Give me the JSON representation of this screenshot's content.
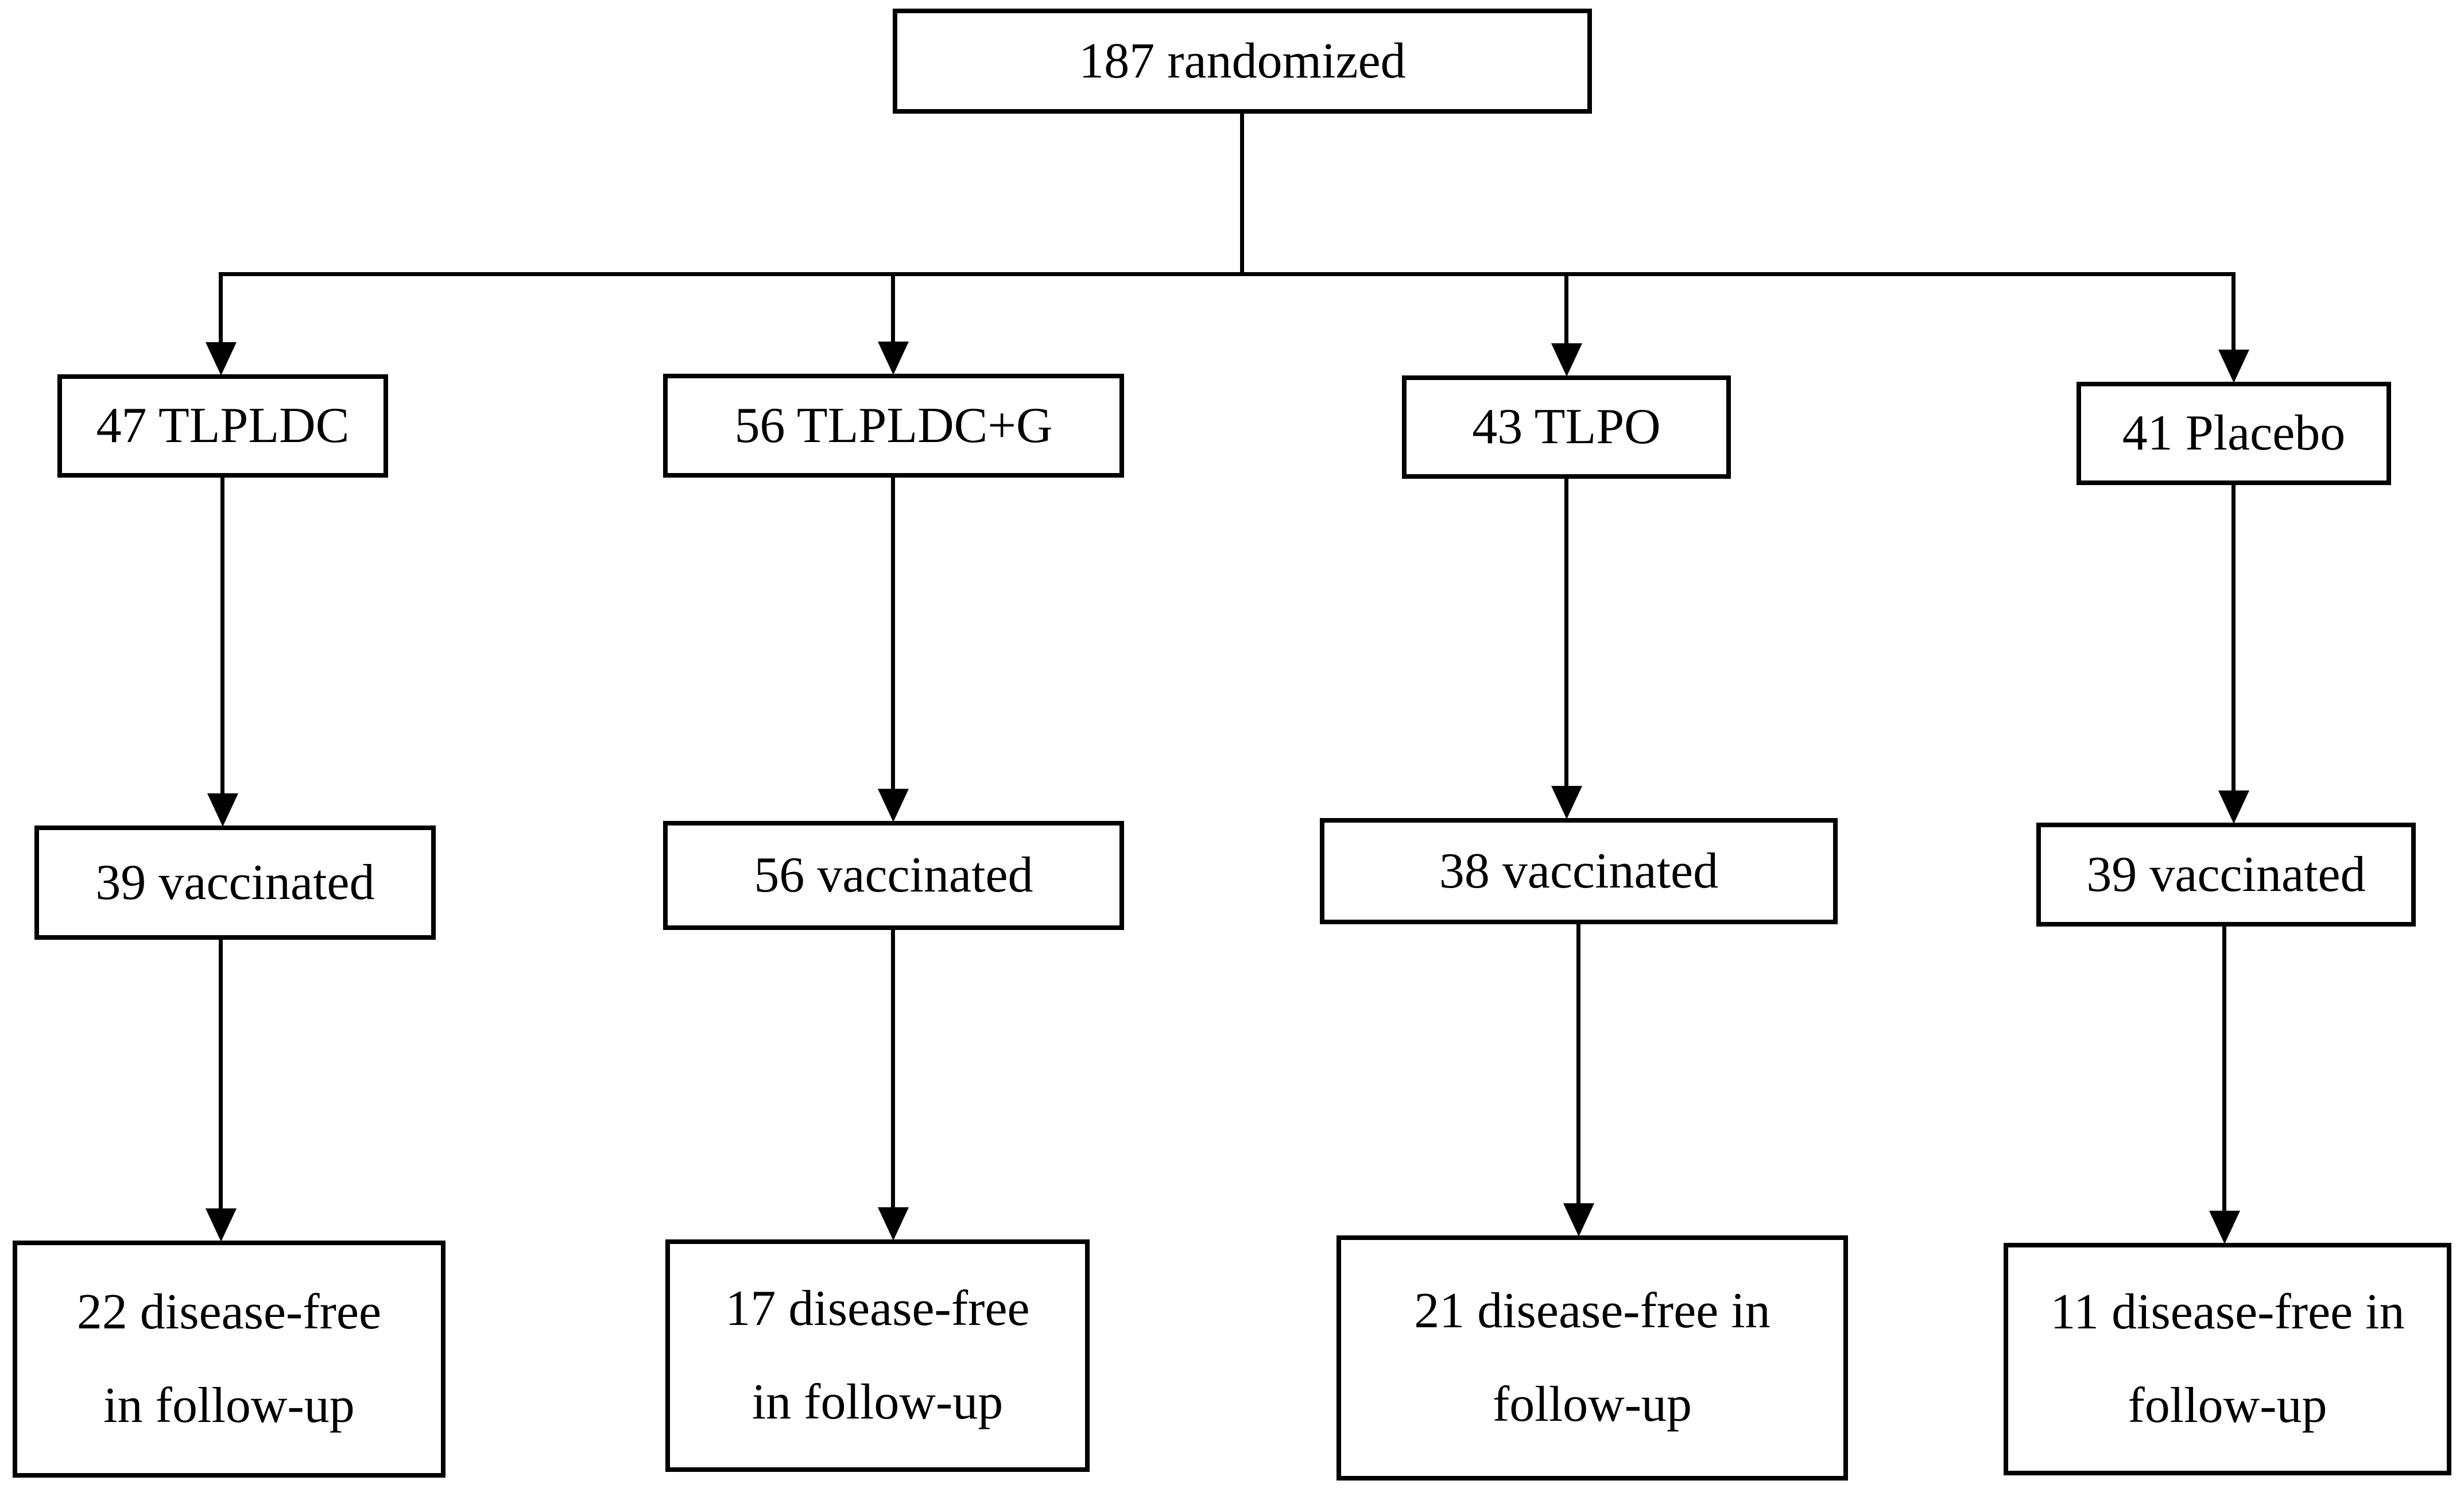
{
  "diagram": {
    "type": "flowchart",
    "background_color": "#ffffff",
    "line_color": "#000000",
    "text_color": "#000000",
    "root": {
      "label": "187 randomized",
      "count": 187
    },
    "arms": [
      {
        "name": "TLPLDC",
        "assigned_label": "47 TLPLDC",
        "assigned_count": 47,
        "vaccinated_label": "39 vaccinated",
        "vaccinated_count": 39,
        "disease_free_line1": "22 disease-free",
        "disease_free_line2": "in follow-up",
        "disease_free_count": 22
      },
      {
        "name": "TLPLDC+G",
        "assigned_label": "56 TLPLDC+G",
        "assigned_count": 56,
        "vaccinated_label": "56 vaccinated",
        "vaccinated_count": 56,
        "disease_free_line1": "17 disease-free",
        "disease_free_line2": "in follow-up",
        "disease_free_count": 17
      },
      {
        "name": "TLPO",
        "assigned_label": "43 TLPO",
        "assigned_count": 43,
        "vaccinated_label": "38 vaccinated",
        "vaccinated_count": 38,
        "disease_free_line1": "21 disease-free in",
        "disease_free_line2": "follow-up",
        "disease_free_count": 21
      },
      {
        "name": "Placebo",
        "assigned_label": "41 Placebo",
        "assigned_count": 41,
        "vaccinated_label": "39 vaccinated",
        "vaccinated_count": 39,
        "disease_free_line1": "11 disease-free in",
        "disease_free_line2": "follow-up",
        "disease_free_count": 11
      }
    ]
  }
}
